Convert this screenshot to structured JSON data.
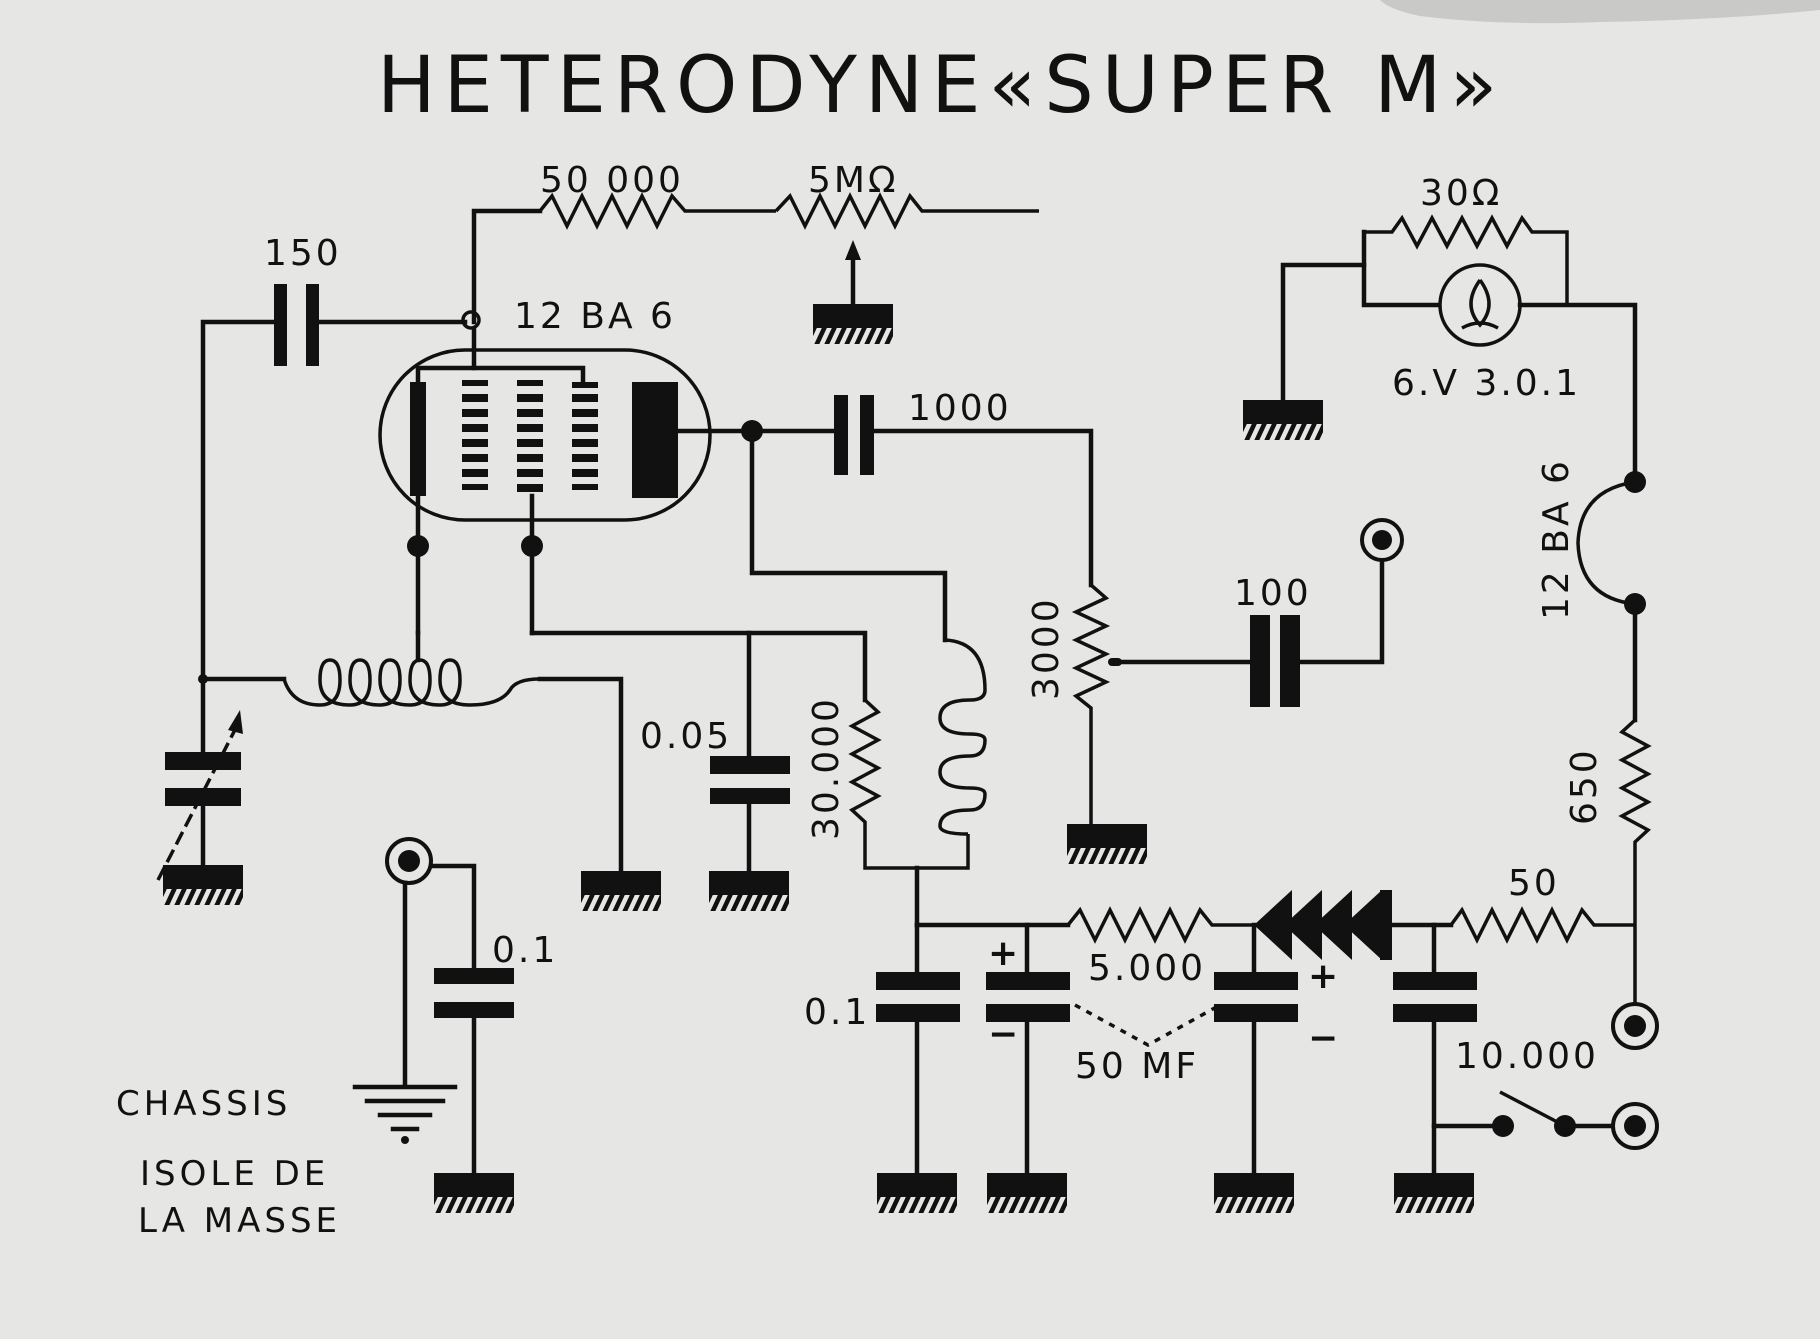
{
  "title": "HETERODYNE«SUPER M»",
  "colors": {
    "paper": "#e6e6e4",
    "ink": "#111111",
    "stain": "#c9c9c7"
  },
  "components": {
    "r_plate_fixed": {
      "label": "50 000",
      "type": "resistor"
    },
    "r_plate_pot": {
      "label": "5MΩ",
      "type": "potentiometer"
    },
    "c_grid": {
      "label": "150",
      "type": "capacitor"
    },
    "tube": {
      "label": "12 BA 6",
      "type": "pentode"
    },
    "c_coupling": {
      "label": "1000",
      "type": "capacitor"
    },
    "r_output_pot": {
      "label": "3000",
      "type": "potentiometer"
    },
    "c_output": {
      "label": "100",
      "type": "capacitor"
    },
    "r_lamp_shunt": {
      "label": "30Ω",
      "type": "resistor"
    },
    "lamp": {
      "label": "6.V 3.0.1",
      "type": "pilot-lamp"
    },
    "filament": {
      "label": "12 BA 6",
      "type": "heater"
    },
    "r_dropper": {
      "label": "650",
      "type": "resistor"
    },
    "r_series": {
      "label": "50",
      "type": "resistor"
    },
    "c_screen": {
      "label": "0.05",
      "type": "capacitor"
    },
    "r_load": {
      "label": "30.000",
      "type": "resistor"
    },
    "c_chassis": {
      "label": "0.1",
      "type": "capacitor"
    },
    "c_filter_a": {
      "label": "0.1",
      "type": "capacitor"
    },
    "r_filter": {
      "label": "5.000",
      "type": "resistor"
    },
    "c_electrolytic": {
      "label": "50 MF",
      "plus": "+",
      "minus": "−"
    },
    "c_electrolytic_2": {
      "plus": "+",
      "minus": "−"
    },
    "switch_resistor": {
      "label": "10.000"
    },
    "rectifier": {
      "type": "selenium-rectifier"
    }
  },
  "notes": {
    "chassis": "CHASSIS",
    "isolated_line1": "ISOLE DE",
    "isolated_line2": "LA MASSE"
  }
}
